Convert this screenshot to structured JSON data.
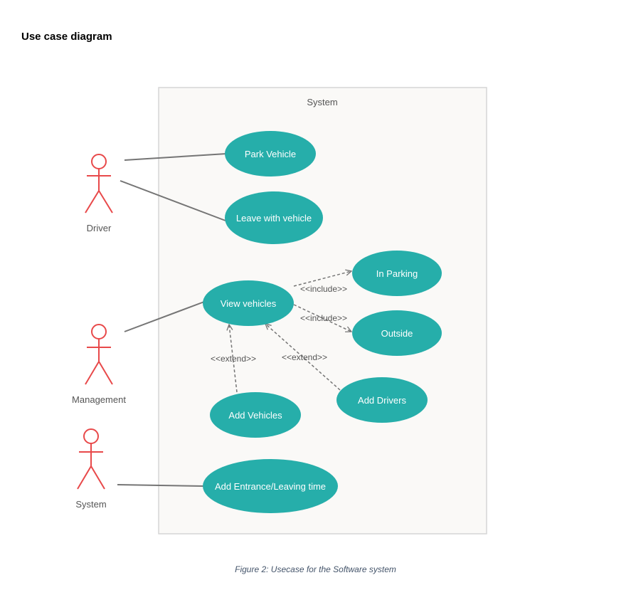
{
  "heading": "Use case diagram",
  "caption": "Figure 2: Usecase for the Software system",
  "colors": {
    "usecase_fill": "#26aeaa",
    "actor_stroke": "#e8494a",
    "association_line": "#757575",
    "boundary_fill": "#faf9f7",
    "boundary_stroke": "#d5d5d5"
  },
  "diagram": {
    "boundary": {
      "label": "System"
    },
    "actors": {
      "driver": "Driver",
      "management": "Management",
      "system": "System"
    },
    "usecases": {
      "park_vehicle": "Park Vehicle",
      "leave_with_vehicle": "Leave with vehicle",
      "in_parking": "In Parking",
      "view_vehicles": "View vehicles",
      "outside": "Outside",
      "add_drivers": "Add Drivers",
      "add_vehicles": "Add Vehicles",
      "add_entrance_leaving_time": "Add Entrance/Leaving time"
    },
    "relations": {
      "include_in_parking": "<<include>>",
      "include_outside": "<<include>>",
      "extend_add_vehicles": "<<extend>>",
      "extend_add_drivers": "<<extend>>"
    }
  }
}
